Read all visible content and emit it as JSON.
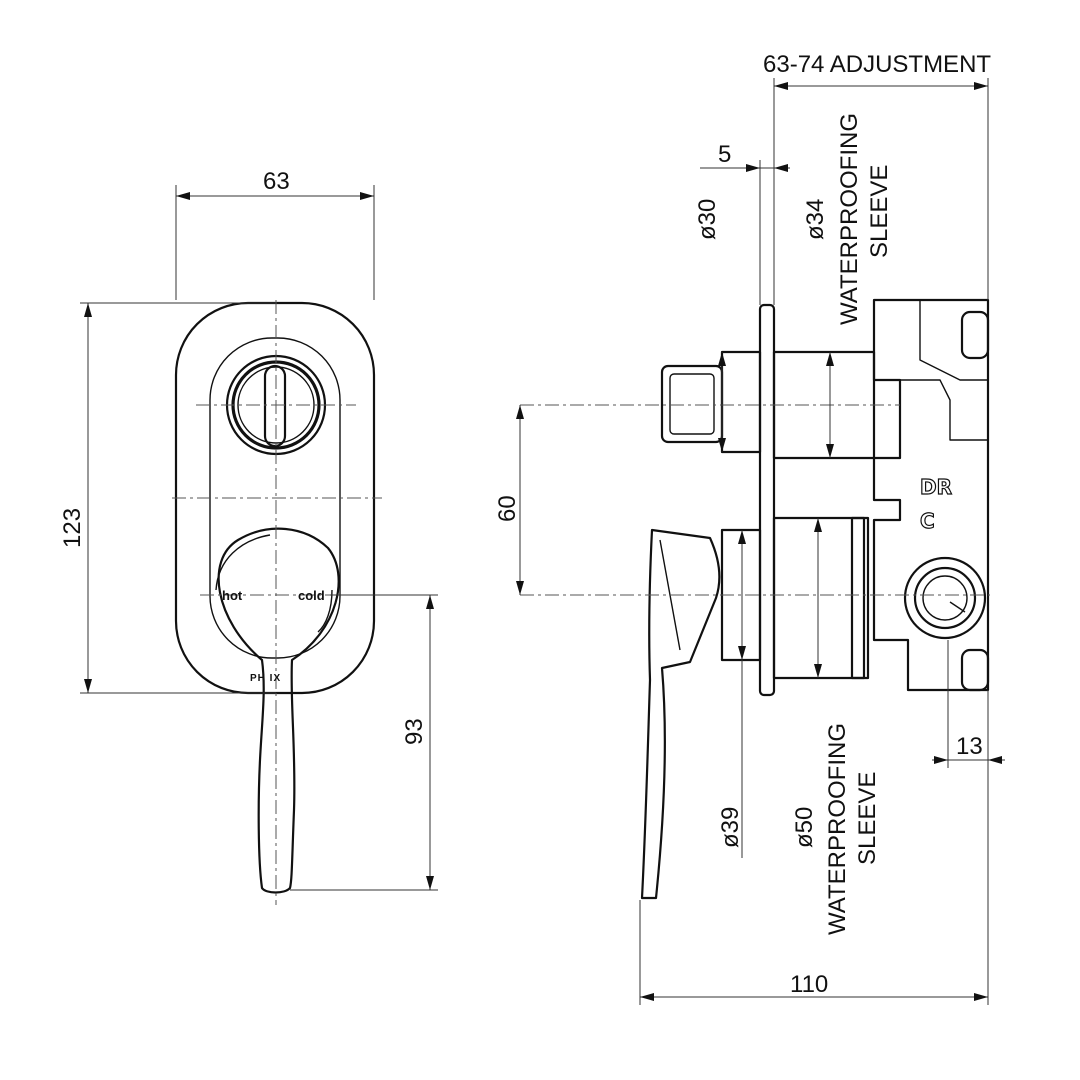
{
  "dimensions": {
    "width_63": "63",
    "height_123": "123",
    "lever_93": "93",
    "spacing_60": "60",
    "adjustment": "63-74 ADJUSTMENT",
    "offset_5": "5",
    "depth_110": "110",
    "offset_13": "13",
    "dia_30": "ø30",
    "dia_34": "ø34",
    "dia_39": "ø39",
    "dia_50": "ø50"
  },
  "labels": {
    "waterproofing_line1": "WATERPROOFING",
    "waterproofing_line2": "SLEEVE",
    "hot": "hot",
    "cold": "cold",
    "brand": "PH    IX",
    "outlet_dr": "DR",
    "outlet_c": "C"
  }
}
